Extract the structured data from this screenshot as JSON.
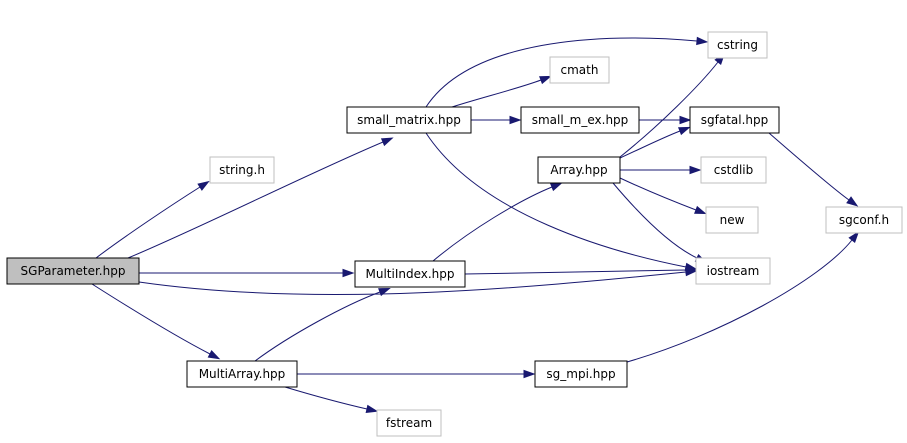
{
  "graph": {
    "edge_color": "#191970",
    "root_fill": "#bfbfbf",
    "external_border": "#bfbfbf",
    "nodes": [
      {
        "id": "SGParameter",
        "label": "SGParameter.hpp",
        "kind": "root"
      },
      {
        "id": "string_h",
        "label": "string.h",
        "kind": "external"
      },
      {
        "id": "small_matrix",
        "label": "small_matrix.hpp",
        "kind": "local"
      },
      {
        "id": "MultiIndex",
        "label": "MultiIndex.hpp",
        "kind": "local"
      },
      {
        "id": "MultiArray",
        "label": "MultiArray.hpp",
        "kind": "local"
      },
      {
        "id": "cstring",
        "label": "cstring",
        "kind": "external"
      },
      {
        "id": "cmath",
        "label": "cmath",
        "kind": "external"
      },
      {
        "id": "small_m_ex",
        "label": "small_m_ex.hpp",
        "kind": "local"
      },
      {
        "id": "Array",
        "label": "Array.hpp",
        "kind": "local"
      },
      {
        "id": "sgfatal",
        "label": "sgfatal.hpp",
        "kind": "local"
      },
      {
        "id": "cstdlib",
        "label": "cstdlib",
        "kind": "external"
      },
      {
        "id": "new",
        "label": "new",
        "kind": "external"
      },
      {
        "id": "iostream",
        "label": "iostream",
        "kind": "external"
      },
      {
        "id": "sg_mpi",
        "label": "sg_mpi.hpp",
        "kind": "local"
      },
      {
        "id": "fstream",
        "label": "fstream",
        "kind": "external"
      },
      {
        "id": "sgconf",
        "label": "sgconf.h",
        "kind": "external"
      }
    ],
    "edges": [
      {
        "from": "SGParameter",
        "to": "string_h"
      },
      {
        "from": "SGParameter",
        "to": "small_matrix"
      },
      {
        "from": "SGParameter",
        "to": "MultiIndex"
      },
      {
        "from": "SGParameter",
        "to": "iostream"
      },
      {
        "from": "SGParameter",
        "to": "MultiArray"
      },
      {
        "from": "small_matrix",
        "to": "cstring"
      },
      {
        "from": "small_matrix",
        "to": "cmath"
      },
      {
        "from": "small_matrix",
        "to": "small_m_ex"
      },
      {
        "from": "small_matrix",
        "to": "iostream"
      },
      {
        "from": "small_m_ex",
        "to": "sgfatal"
      },
      {
        "from": "Array",
        "to": "cstring"
      },
      {
        "from": "Array",
        "to": "sgfatal"
      },
      {
        "from": "Array",
        "to": "cstdlib"
      },
      {
        "from": "Array",
        "to": "new"
      },
      {
        "from": "Array",
        "to": "iostream"
      },
      {
        "from": "MultiIndex",
        "to": "Array"
      },
      {
        "from": "MultiIndex",
        "to": "iostream"
      },
      {
        "from": "MultiArray",
        "to": "MultiIndex"
      },
      {
        "from": "MultiArray",
        "to": "sg_mpi"
      },
      {
        "from": "MultiArray",
        "to": "fstream"
      },
      {
        "from": "sgfatal",
        "to": "sgconf"
      },
      {
        "from": "sg_mpi",
        "to": "sgconf"
      }
    ]
  }
}
